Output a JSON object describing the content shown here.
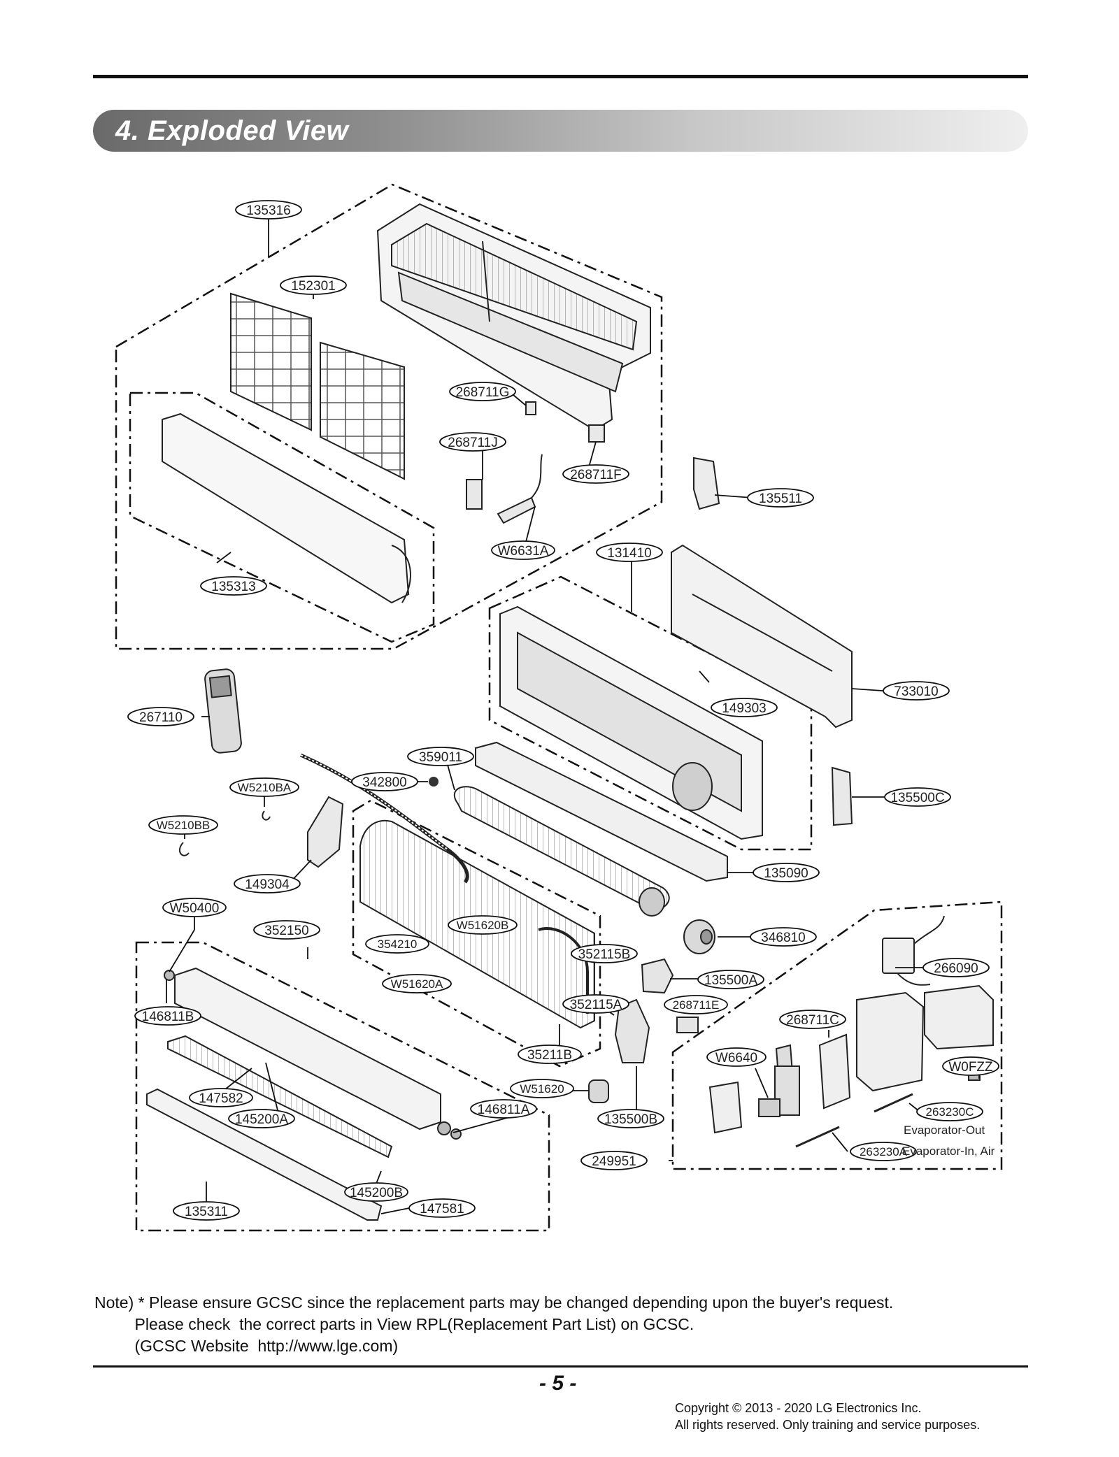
{
  "section_title": "4. Exploded View",
  "callouts": {
    "c135316": "135316",
    "c152301": "152301",
    "c268711G": "268711G",
    "c268711J": "268711J",
    "c268711F": "268711F",
    "cW6631A": "W6631A",
    "c135511": "135511",
    "c135313": "135313",
    "c131410": "131410",
    "c733010": "733010",
    "c149303": "149303",
    "c267110": "267110",
    "c359011": "359011",
    "c342800": "342800",
    "cW5210BA": "W5210BA",
    "cW5210BB": "W5210BB",
    "c135500C": "135500C",
    "c135090": "135090",
    "c149304": "149304",
    "cW50400": "W50400",
    "c352150": "352150",
    "cW51620B": "W51620B",
    "c354210": "354210",
    "c346810": "346810",
    "c352115B": "352115B",
    "cW51620A": "W51620A",
    "c135500A": "135500A",
    "c266090": "266090",
    "c146811B": "146811B",
    "c352115A": "352115A",
    "c268711E": "268711E",
    "c268711C": "268711C",
    "c35211B": "35211B",
    "cW6640": "W6640",
    "cW0FZZ": "W0FZZ",
    "c147582": "147582",
    "cW51620": "W51620",
    "c146811A": "146811A",
    "c135500B": "135500B",
    "c263230C": "263230C",
    "c145200A": "145200A",
    "c263230A": "263230A",
    "c249951": "249951",
    "c145200B": "145200B",
    "c135311": "135311",
    "c147581": "147581"
  },
  "labels": {
    "evaporator_out": "Evaporator-Out",
    "evaporator_in": "Evaporator-In, Air"
  },
  "note": {
    "line1": "Note) * Please ensure GCSC since the replacement parts may be changed depending upon the buyer's request.",
    "line2": "         Please check  the correct parts in View RPL(Replacement Part List) on GCSC.",
    "line3": "         (GCSC Website  http://www.lge.com)"
  },
  "page_number": "- 5 -",
  "copyright": {
    "line1": "Copyright © 2013 - 2020 LG Electronics Inc.",
    "line2": "All rights reserved. Only training and service purposes."
  }
}
